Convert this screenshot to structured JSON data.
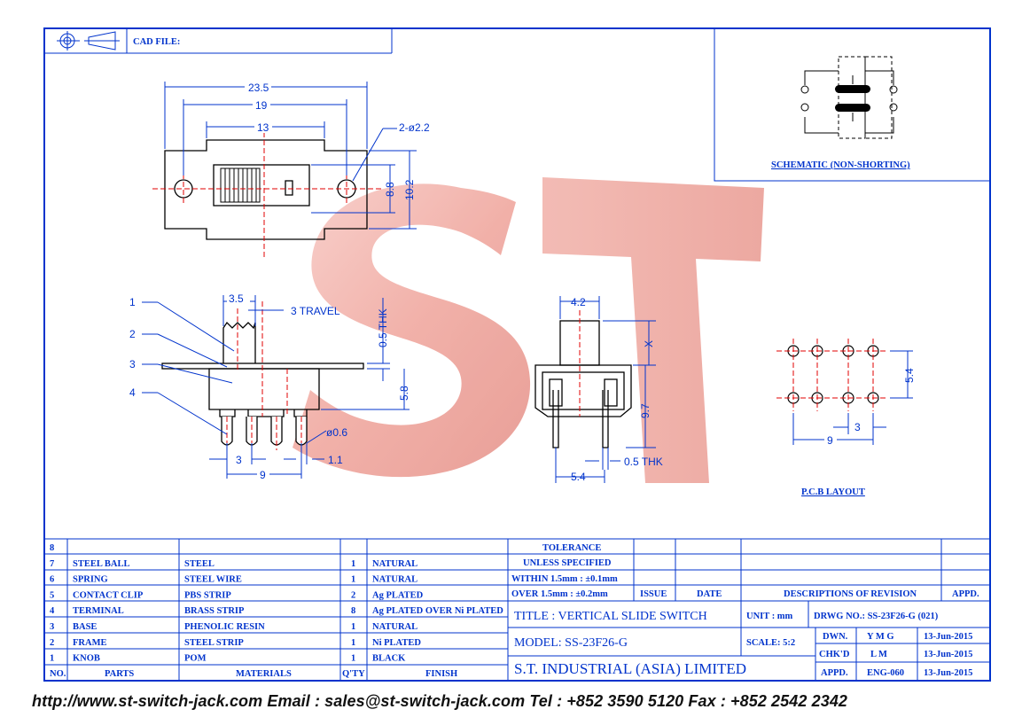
{
  "header": {
    "cad_file_label": "CAD FILE:"
  },
  "schematic": {
    "caption": "SCHEMATIC (NON-SHORTING)"
  },
  "pcb_layout": {
    "caption": "P.C.B LAYOUT",
    "dim_pitch_y": "5.4",
    "dim_pitch_x": "3",
    "dim_width": "9"
  },
  "top_view": {
    "dim_23_5": "23.5",
    "dim_19": "19",
    "dim_13": "13",
    "dim_hole": "2-ø2.2",
    "dim_8_8": "8.8",
    "dim_10_2": "10.2"
  },
  "front_view": {
    "dim_3_5": "3.5",
    "travel": "3 TRAVEL",
    "thk": "0.5 THK",
    "dim_5_8": "5.8",
    "dim_pin_dia": "ø0.6",
    "dim_3": "3",
    "dim_1_1": "1.1",
    "dim_9": "9",
    "callouts": [
      "1",
      "2",
      "3",
      "4"
    ]
  },
  "side_view": {
    "dim_4_2": "4.2",
    "dim_x": "X",
    "dim_9_7": "9.7",
    "thk": "0.5 THK",
    "dim_5_4": "5.4"
  },
  "watermark": "S T",
  "bom": {
    "rows": [
      {
        "no": "8",
        "part": "",
        "material": "",
        "qty": "",
        "finish": ""
      },
      {
        "no": "7",
        "part": "STEEL BALL",
        "material": "STEEL",
        "qty": "1",
        "finish": "NATURAL"
      },
      {
        "no": "6",
        "part": "SPRING",
        "material": "STEEL WIRE",
        "qty": "1",
        "finish": "NATURAL"
      },
      {
        "no": "5",
        "part": "CONTACT CLIP",
        "material": "PBS STRIP",
        "qty": "2",
        "finish": "Ag PLATED"
      },
      {
        "no": "4",
        "part": "TERMINAL",
        "material": "BRASS STRIP",
        "qty": "8",
        "finish": "Ag PLATED OVER Ni PLATED"
      },
      {
        "no": "3",
        "part": "BASE",
        "material": "PHENOLIC RESIN",
        "qty": "1",
        "finish": "NATURAL"
      },
      {
        "no": "2",
        "part": "FRAME",
        "material": "STEEL STRIP",
        "qty": "1",
        "finish": "Ni PLATED"
      },
      {
        "no": "1",
        "part": "KNOB",
        "material": "POM",
        "qty": "1",
        "finish": "BLACK"
      }
    ],
    "headers": {
      "no": "NO.",
      "parts": "PARTS",
      "materials": "MATERIALS",
      "qty": "Q'TY",
      "finish": "FINISH"
    }
  },
  "tolerance": {
    "line1": "TOLERANCE",
    "line2": "UNLESS   SPECIFIED",
    "line3": "WITHIN 1.5mm : ±0.1mm",
    "line4": "OVER 1.5mm : ±0.2mm"
  },
  "revision": {
    "issue": "ISSUE",
    "date": "DATE",
    "desc": "DESCRIPTIONS OF REVISION",
    "appd": "APPD."
  },
  "title_block": {
    "title": "TITLE :   VERTICAL SLIDE SWITCH",
    "unit": "UNIT :   mm",
    "drwg_no": "DRWG NO.: SS-23F26-G (021)",
    "model": "MODEL:   SS-23F26-G",
    "scale": "SCALE:   5:2",
    "company": "S.T.  INDUSTRIAL  (ASIA)  LIMITED",
    "dwn_label": "DWN.",
    "dwn_value": "Y M G",
    "dwn_date": "13-Jun-2015",
    "chkd_label": "CHK'D",
    "chkd_value": "L M",
    "chkd_date": "13-Jun-2015",
    "appd_label": "APPD.",
    "appd_value": "ENG-060",
    "appd_date": "13-Jun-2015"
  },
  "footer": "http://www.st-switch-jack.com  Email : sales@st-switch-jack.com  Tel : +852 3590 5120  Fax : +852 2542 2342"
}
